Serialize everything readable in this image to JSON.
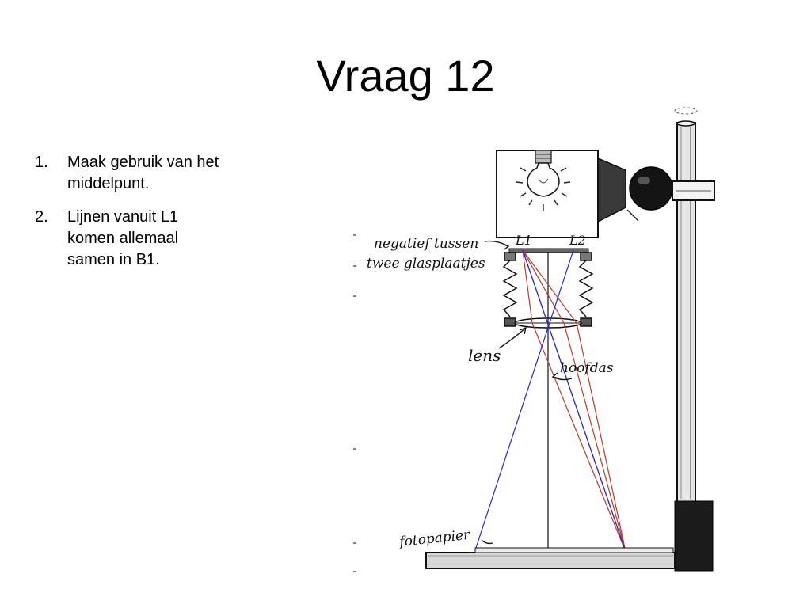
{
  "slide": {
    "title": "Vraag 12",
    "items": [
      {
        "number": "1.",
        "text": "Maak gebruik van het middelpunt."
      },
      {
        "number": "2.",
        "text": "Lijnen vanuit L1 komen allemaal samen in B1."
      }
    ]
  },
  "diagram": {
    "labels": {
      "negatief_line1": "negatief tussen",
      "negatief_line2": "twee glasplaatjes",
      "l1": "L1",
      "l2": "L2",
      "lens": "lens",
      "hoofdas": "hoofdas",
      "fotopapier": "fotopapier"
    },
    "colors": {
      "red_rays": "#c0392b",
      "blue_rays": "#1f2bd1",
      "ink": "#111111"
    }
  }
}
